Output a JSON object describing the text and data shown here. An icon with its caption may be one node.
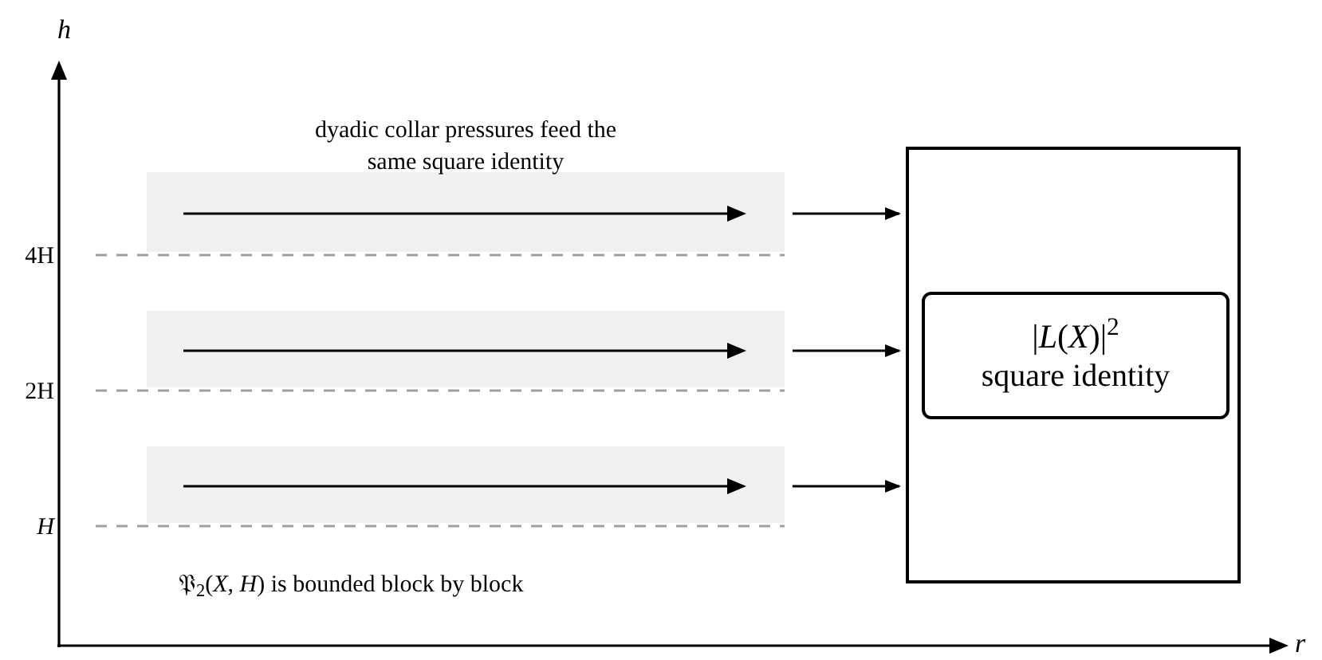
{
  "diagram": {
    "nodes": [
      {
        "text": [],
        "shape": "bar"
      },
      {
        "text": [],
        "shape": "bar"
      },
      {
        "text": [],
        "shape": "bar"
      },
      {
        "text": [],
        "shape": "box"
      },
      {
        "text": [
          "|*L*(*X*)|$^{2}$",
          "square identity"
        ],
        "in": 3
      }
    ],
    "edges": [
      {
        "from": 0,
        "to": 3,
        "arrow": "to"
      },
      {
        "from": 1,
        "to": 3,
        "arrow": "to"
      },
      {
        "from": 2,
        "to": 3,
        "arrow": "to"
      }
    ],
    "labels": [
      "h",
      "dyadic collar pressures feed the same square identity",
      "4H",
      "2H",
      "*H*",
      "𝔓$_{2}$(*X*, *H*) is bounded block by block",
      "r"
    ]
  }
}
